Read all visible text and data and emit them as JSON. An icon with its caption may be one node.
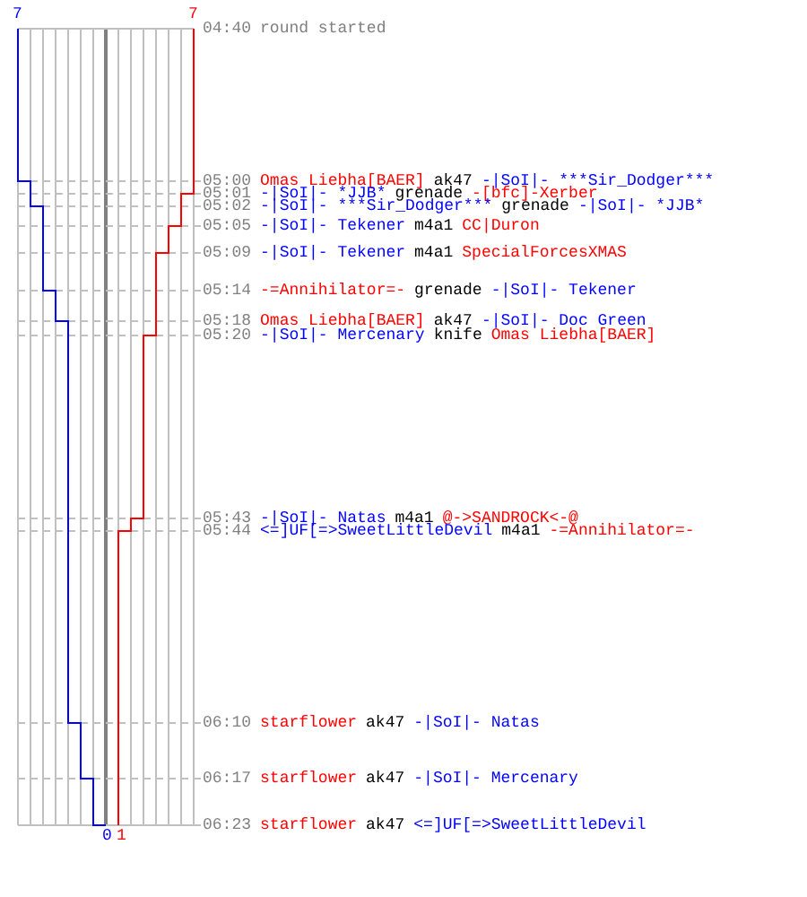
{
  "diagram": {
    "labels": [
      "7",
      "7",
      "04:40",
      "round started",
      "05:00",
      "Omas Liebha[BAER]",
      "ak47",
      "-|SoI|- ***Sir_Dodger***",
      "05:01",
      "-|SoI|- *JJB*",
      "grenade",
      "-[bfc]-Xerber",
      "05:02",
      "-|SoI|- ***Sir_Dodger***",
      "grenade",
      "-|SoI|- *JJB*",
      "05:05",
      "-|SoI|- Tekener",
      "m4a1",
      "CC|Duron",
      "05:09",
      "-|SoI|- Tekener",
      "m4a1",
      "SpecialForcesXMAS",
      "05:14",
      "-=Annihilator=-",
      "grenade",
      "-|SoI|- Tekener",
      "05:18",
      "Omas Liebha[BAER]",
      "ak47",
      "-|SoI|- Doc Green",
      "05:20",
      "-|SoI|- Mercenary",
      "knife",
      "Omas Liebha[BAER]",
      "05:43",
      "-|SoI|- Natas",
      "m4a1",
      "@->SANDROCK<-@",
      "05:44",
      "<=]UF[=>SweetLittleDevil",
      "m4a1",
      "-=Annihilator=-",
      "06:10",
      "starflower",
      "ak47",
      "-|SoI|- Natas",
      "06:17",
      "starflower",
      "ak47",
      "-|SoI|- Mercenary",
      "06:23",
      "starflower",
      "ak47",
      "<=]UF[=>SweetLittleDevil",
      "0",
      "1"
    ]
  }
}
